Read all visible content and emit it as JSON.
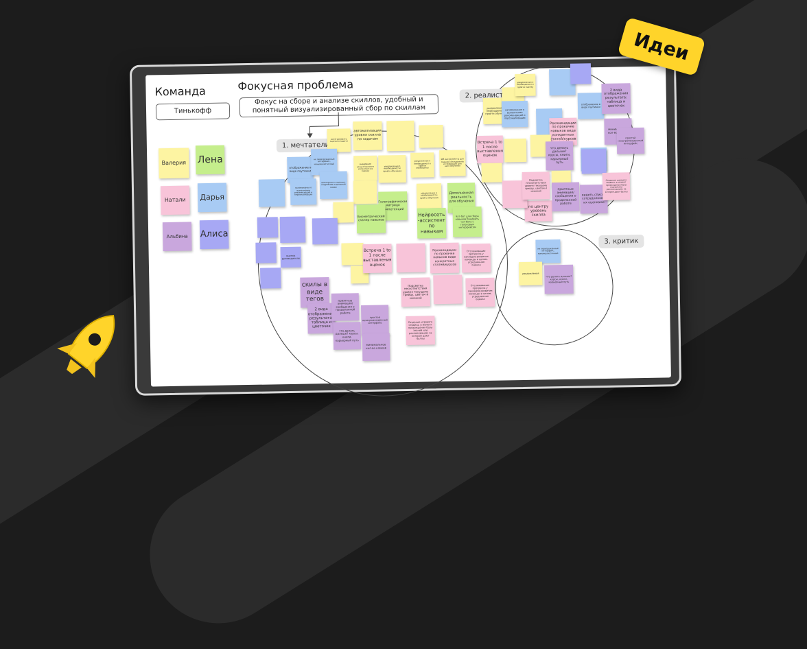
{
  "colors": {
    "yellow": "#fdf4a2",
    "green": "#c5ee8c",
    "pink": "#f8c4d9",
    "blue": "#a8cbf4",
    "purple": "#c9a7dd",
    "violet": "#a7a8f4",
    "accent": "#ffd42a"
  },
  "badge": "Идеи",
  "board": {
    "team_title": "Команда",
    "team_name": "Тинькофф",
    "focus_title": "Фокусная проблема",
    "focus_text": "Фокус на сборе и анализе скиллов, удобный и понятный визуализированный сбор по скиллам",
    "group1": "1. мечтатели",
    "group2": "2. реалисты",
    "group3": "3. критик"
  },
  "stickies": [
    {
      "c": "yellow",
      "t": "Валерия"
    },
    {
      "c": "green",
      "t": "Лена"
    },
    {
      "c": "pink",
      "t": "Натали"
    },
    {
      "c": "blue",
      "t": "Дарья"
    },
    {
      "c": "purple",
      "t": "Альбина"
    },
    {
      "c": "violet",
      "t": "Алиса"
    },
    {
      "c": "yellow",
      "t": "интегрировать оценки в задачи"
    },
    {
      "c": "yellow",
      "t": "автоматизация уровня скилла по задачам"
    },
    {
      "c": "yellow",
      "t": ""
    },
    {
      "c": "yellow",
      "t": ""
    },
    {
      "c": "blue",
      "t": "отображение в виде паутинки"
    },
    {
      "c": "blue",
      "t": "не перегруженный интерфейс, минималистичный"
    },
    {
      "c": "blue",
      "t": ""
    },
    {
      "c": "blue",
      "t": "напоминания о выполнении рекомендаций и персонализации"
    },
    {
      "c": "blue",
      "t": "возможность оценить подробнее отдельный навык"
    },
    {
      "c": "yellow",
      "t": "внедрение искусственного интеллекта в оценку"
    },
    {
      "c": "yellow",
      "t": "уведомления о необходимости пройти обучение"
    },
    {
      "c": "yellow",
      "t": "уведомления о необходимости пройти переоценку"
    },
    {
      "c": "yellow",
      "t": "ИИ инструменты для оценки сотрудников и генерации для него обучения"
    },
    {
      "c": "yellow",
      "t": ""
    },
    {
      "c": "green",
      "t": "Голографическая матрица компетенций"
    },
    {
      "c": "green",
      "t": "Биометрический сканер навыков"
    },
    {
      "c": "yellow",
      "t": "уведомления о необходимости пройти обучение"
    },
    {
      "c": "green",
      "t": "Дополненная реальность для обучения"
    },
    {
      "c": "green",
      "t": "Нейросеть -ассистент по навыкам"
    },
    {
      "c": "green",
      "t": "Чат-бот для сбора навыков Внедрить чат-бота с голосовым интерфейсом"
    },
    {
      "c": "yellow",
      "t": ""
    },
    {
      "c": "violet",
      "t": ""
    },
    {
      "c": "violet",
      "t": ""
    },
    {
      "c": "violet",
      "t": ""
    },
    {
      "c": "violet",
      "t": ""
    },
    {
      "c": "violet",
      "t": "оценка руководителя"
    },
    {
      "c": "violet",
      "t": ""
    },
    {
      "c": "yellow",
      "t": ""
    },
    {
      "c": "yellow",
      "t": ""
    },
    {
      "c": "pink",
      "t": "Встреча 1 to 1 после выставления оценок"
    },
    {
      "c": "pink",
      "t": ""
    },
    {
      "c": "pink",
      "t": "Рекомендации по прокачке навыков виде конкретных статей/курсов"
    },
    {
      "c": "pink",
      "t": "Отслеживание прогресса у лакиедов развития команды в целом, усредненная оценка"
    },
    {
      "c": "pink",
      "t": "Подсветка несоответствия уровня текущему грейду, цветом и иконкой"
    },
    {
      "c": "pink",
      "t": ""
    },
    {
      "c": "pink",
      "t": "Отслеживание прогресса у лакиедов развития команды в целом, усредненная оценка"
    },
    {
      "c": "pink",
      "t": "Создание игрового сервиса, в момент прохождения базы знаний или рекомендаций, за которое дают баллы"
    },
    {
      "c": "purple",
      "t": "скилы в виде тегов"
    },
    {
      "c": "purple",
      "t": "2 вида отображения результата: таблица и цветочек"
    },
    {
      "c": "purple",
      "t": "приятные анимации/ сообщения о проделанной работе"
    },
    {
      "c": "purple",
      "t": "что делать дальше? курсы, книги, карьерный путь"
    },
    {
      "c": "purple",
      "t": "простой незагроможденный интерфейс"
    },
    {
      "c": "purple",
      "t": "минимальное кол-во кликов"
    },
    {
      "c": "yellow",
      "t": "уведомления о необходимости пройти обучение"
    },
    {
      "c": "yellow",
      "t": ""
    },
    {
      "c": "yellow",
      "t": "уведомления о необходимости пройти оценку"
    },
    {
      "c": "blue",
      "t": "напоминания о выполнении рекомендаций и персонализации"
    },
    {
      "c": "blue",
      "t": ""
    },
    {
      "c": "violet",
      "t": ""
    },
    {
      "c": "blue",
      "t": "отображение в виде паутинки"
    },
    {
      "c": "purple",
      "t": "2 вида отображения результата: таблица и цветочек"
    },
    {
      "c": "purple",
      "t": "минимальное кол-во клоков"
    },
    {
      "c": "purple",
      "t": "простой незагроможденный интерфейс"
    },
    {
      "c": "blue",
      "t": ""
    },
    {
      "c": "pink",
      "t": "Рекомендации по прокачке навыков виде конкретных статей/курсов"
    },
    {
      "c": "yellow",
      "t": ""
    },
    {
      "c": "blue",
      "t": ""
    },
    {
      "c": "violet",
      "t": ""
    },
    {
      "c": "pink",
      "t": "Встреча 1 to 1 после выставления оценок"
    },
    {
      "c": "yellow",
      "t": ""
    },
    {
      "c": "yellow",
      "t": ""
    },
    {
      "c": "purple",
      "t": "что делать дальше? курсы, книги, карьерный путь"
    },
    {
      "c": "pink",
      "t": "по центру уровень скилла"
    },
    {
      "c": "pink",
      "t": ""
    },
    {
      "c": "pink",
      "t": "Подсветка несоответствия уровня текущему грейду, цветом и иконкой"
    },
    {
      "c": "yellow",
      "t": ""
    },
    {
      "c": "purple",
      "t": "приятные анимации/ сообщения о проделанной работе"
    },
    {
      "c": "purple",
      "t": "видеть список сотрудников с их оценками"
    },
    {
      "c": "pink",
      "t": "Создание игрового сервиса, в момент прохождения базы знаний или рекомендаций, за которое дают баллы"
    },
    {
      "c": "blue",
      "t": "не перегруженный интерфейс, минималистичный"
    },
    {
      "c": "yellow",
      "t": "уведомления"
    },
    {
      "c": "purple",
      "t": "что делать дальше? курсы, книги, карьерный путь"
    }
  ]
}
